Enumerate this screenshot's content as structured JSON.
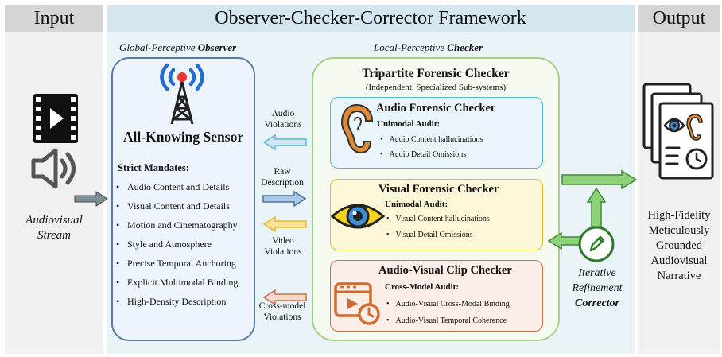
{
  "header": {
    "input": "Input",
    "framework": "Observer-Checker-Corrector Framework",
    "output": "Output"
  },
  "input_col": {
    "label_line1": "Audiovisual",
    "label_line2": "Stream",
    "icons": [
      "video-file-icon",
      "speaker-icon"
    ]
  },
  "observer": {
    "section_label_prefix": "Global-Perceptive ",
    "section_label_emph": "Observer",
    "title": "All-Knowing Sensor",
    "mandates_heading": "Strict Mandates:",
    "mandates": [
      "Audio Content and Details",
      "Visual Content and Details",
      "Motion and Cinematography",
      "Style and Atmosphere",
      "Precise Temporal Anchoring",
      "Explicit Multimodal Binding",
      "High-Density Description"
    ],
    "icon": "antenna-icon"
  },
  "flows": {
    "audio_violations": [
      "Audio",
      "Violations"
    ],
    "raw_description": [
      "Raw",
      "Description"
    ],
    "video_violations": [
      "Video",
      "Violations"
    ],
    "crossmodel_violations": [
      "Cross-model",
      "Violations"
    ]
  },
  "checker": {
    "section_label_prefix": "Local-Perceptive ",
    "section_label_emph": "Checker",
    "title": "Tripartite Forensic Checker",
    "subtitle": "(Independent, Specialized Sub-systems)",
    "audio": {
      "title": "Audio Forensic Checker",
      "audit": "Unimodal Audit:",
      "items": [
        "Audio Content hallucinations",
        "Audio Detail Omissions"
      ],
      "icon": "ear-icon"
    },
    "visual": {
      "title": "Visual Forensic Checker",
      "audit": "Unimodal Audit:",
      "items": [
        "Visual Content hallucinations",
        "Visual Detail Omissions"
      ],
      "icon": "eye-icon"
    },
    "av": {
      "title": "Audio-Visual Clip Checker",
      "audit": "Cross-Model Audit:",
      "items": [
        "Audio-Visual Cross-Modal Binding",
        "Audio-Visual Temporal Coherence"
      ],
      "icon": "video-clip-timer-icon"
    }
  },
  "corrector": {
    "line1": "Iterative",
    "line2": "Refinement",
    "line3": "Corrector",
    "icon": "pencil-icon"
  },
  "output_col": {
    "lines": [
      "High-Fidelity",
      "Meticulously",
      "Grounded",
      "Audiovisual",
      "Narrative"
    ],
    "icon": "document-eye-ear-clock-icon"
  },
  "colors": {
    "header_band": "#d5d5d5",
    "center_band": "#d4e6ef",
    "column_bg": "#f0f0f0",
    "center_bg": "#eaf3f8",
    "observer_border": "#5a7aa0",
    "checker_border": "#a9cf8a",
    "audio_box": "#e9f5fa",
    "audio_border": "#5bb6d6",
    "visual_box": "#fdf6d7",
    "visual_border": "#e3b92a",
    "av_box": "#fbeee7",
    "av_border": "#c8724a",
    "green_arrow": "#7cc46b",
    "blue_arrow": "#a9c9ea"
  }
}
